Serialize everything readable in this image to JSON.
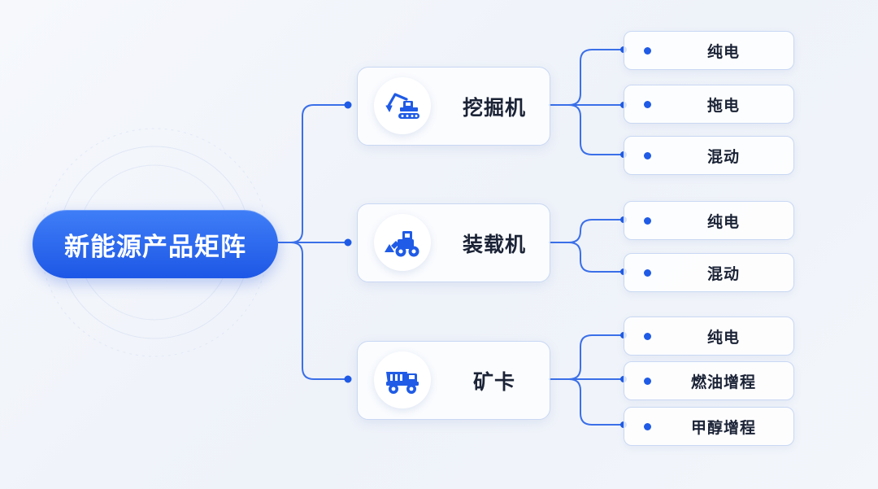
{
  "root": {
    "label": "新能源产品矩阵"
  },
  "categories": [
    {
      "label": "挖掘机",
      "icon": "excavator-icon",
      "leaves": [
        "纯电",
        "拖电",
        "混动"
      ]
    },
    {
      "label": "装载机",
      "icon": "wheel-loader-icon",
      "leaves": [
        "纯电",
        "混动"
      ]
    },
    {
      "label": "矿卡",
      "icon": "mining-truck-icon",
      "leaves": [
        "纯电",
        "燃油增程",
        "甲醇增程"
      ]
    }
  ],
  "colors": {
    "accent": "#1f5be6",
    "connector": "#3a6fe8",
    "card_border": "#c9d8f3",
    "text": "#1b2336"
  }
}
